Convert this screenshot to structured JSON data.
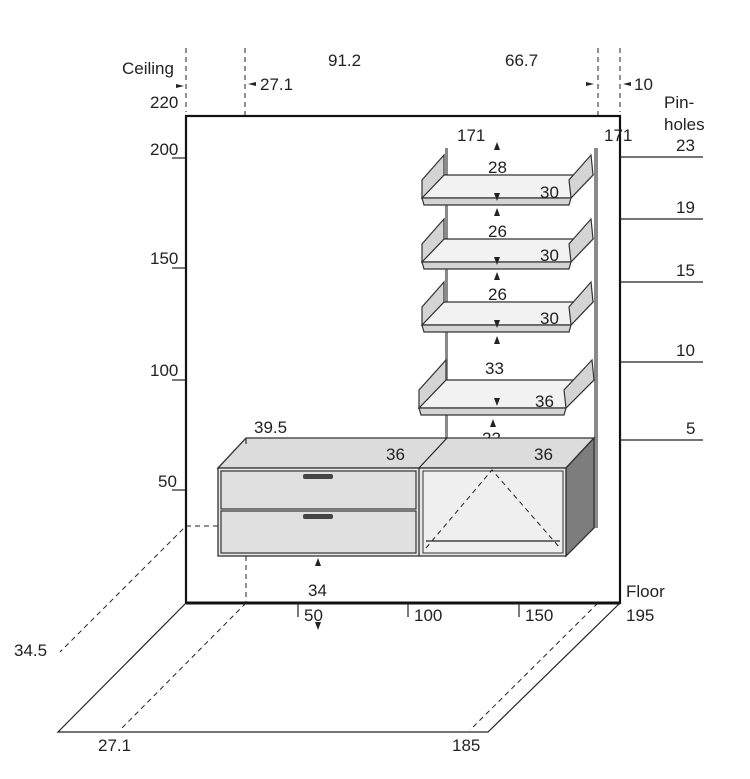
{
  "labels": {
    "ceiling": "Ceiling",
    "ceiling_height": "220",
    "floor": "Floor",
    "pin_holes_1": "Pin-",
    "pin_holes_2": "holes",
    "top_width_left": "91.2",
    "top_width_right": "66.7",
    "left_offset": "27.1",
    "right_offset": "10",
    "pole_height_left": "171",
    "pole_height_right": "171",
    "wall_ticks": [
      "200",
      "150",
      "100",
      "50"
    ],
    "floor_ticks": [
      "50",
      "100",
      "150"
    ],
    "floor_right": "195",
    "depth": "34.5",
    "floor_left": "27.1",
    "floor_bottom_right": "185",
    "pin_hole_numbers": [
      "23",
      "19",
      "15",
      "10",
      "5"
    ],
    "shelf_gaps": [
      "28",
      "26",
      "26",
      "33",
      "22"
    ],
    "shelf_depths": [
      "30",
      "30",
      "30",
      "36"
    ],
    "lowboard_width": "39.5",
    "lowboard_depth_left": "36",
    "lowboard_depth_right": "36",
    "lowboard_height": "34"
  }
}
